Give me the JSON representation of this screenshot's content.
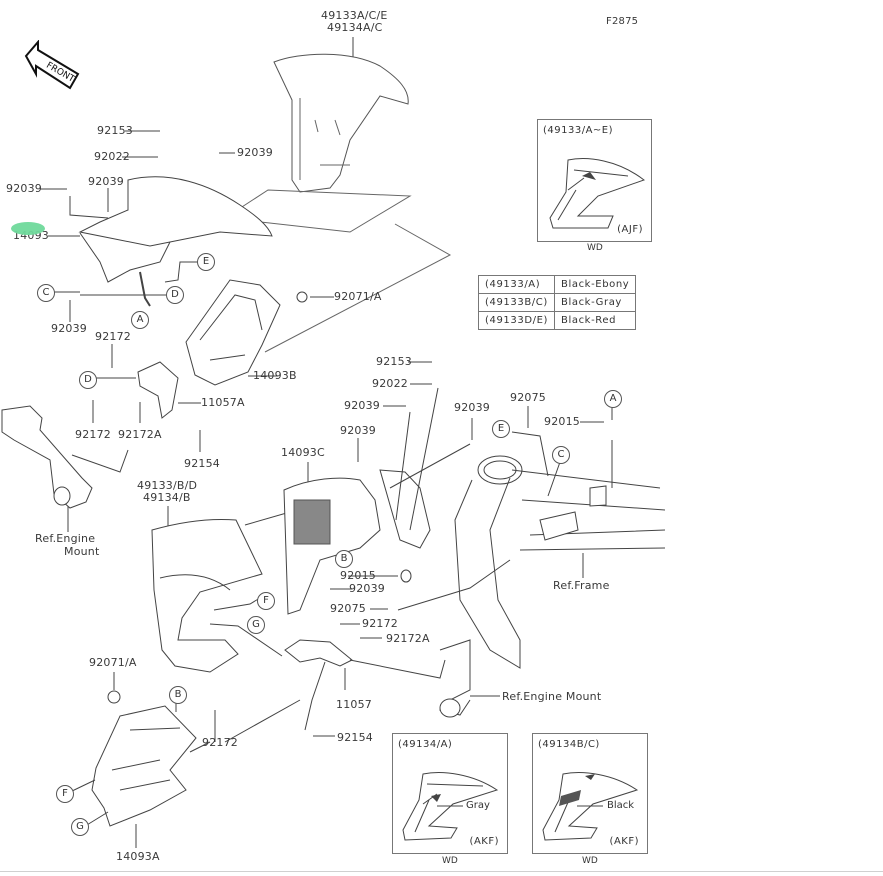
{
  "diagram": {
    "figure_code": "F2875",
    "front_indicator": "FRONT",
    "part_labels": {
      "top_cowl": [
        "49133A/C/E",
        "49134A/C"
      ],
      "p92153_top": "92153",
      "p92022_top": "92022",
      "p92039_a": "92039",
      "p92039_b": "92039",
      "p92039_c": "92039",
      "p14093_hidden": "14093",
      "p92039_d": "92039",
      "p92172_a": "92172",
      "p92071_a": "92071/A",
      "p140938": "14093B",
      "p11057A": "11057A",
      "p92172_b": "92172",
      "p92172A_a": "92172A",
      "p92154_a": "92154",
      "ref_engine_mount_left": [
        "Ref.Engine",
        "Mount"
      ],
      "side_cowl": [
        "49133/B/D",
        "49134/B"
      ],
      "p14093C": "14093C",
      "p92153_mid": "92153",
      "p92022_mid": "92022",
      "p92039_e": "92039",
      "p92039_f": "92039",
      "p92039_g": "92039",
      "p92075_top": "92075",
      "p92015_top": "92015",
      "p92015_mid": "92015",
      "p92039_h": "92039",
      "p92075_mid": "92075",
      "p92172_c": "92172",
      "p92172A_b": "92172A",
      "ref_frame": "Ref.Frame",
      "ref_engine_mount_right": "Ref.Engine Mount",
      "p11057": "11057",
      "p92154_b": "92154",
      "p92071_b": "92071/A",
      "p92172_d": "92172",
      "p14093A": "14093A"
    },
    "callouts": [
      "A",
      "B",
      "C",
      "D",
      "E",
      "F",
      "G"
    ],
    "inset_49133": {
      "header": "(49133/A~E)",
      "code": "(AJF)",
      "caption": "WD"
    },
    "color_table": [
      {
        "part": "(49133/A)",
        "color": "Black-Ebony"
      },
      {
        "part": "(49133B/C)",
        "color": "Black-Gray"
      },
      {
        "part": "(49133D/E)",
        "color": "Black-Red"
      }
    ],
    "inset_49134A": {
      "header": "(49134/A)",
      "note": "Gray",
      "code": "(AKF)",
      "caption": "WD"
    },
    "inset_49134BC": {
      "header": "(49134B/C)",
      "note": "Black",
      "code": "(AKF)",
      "caption": "WD"
    }
  }
}
